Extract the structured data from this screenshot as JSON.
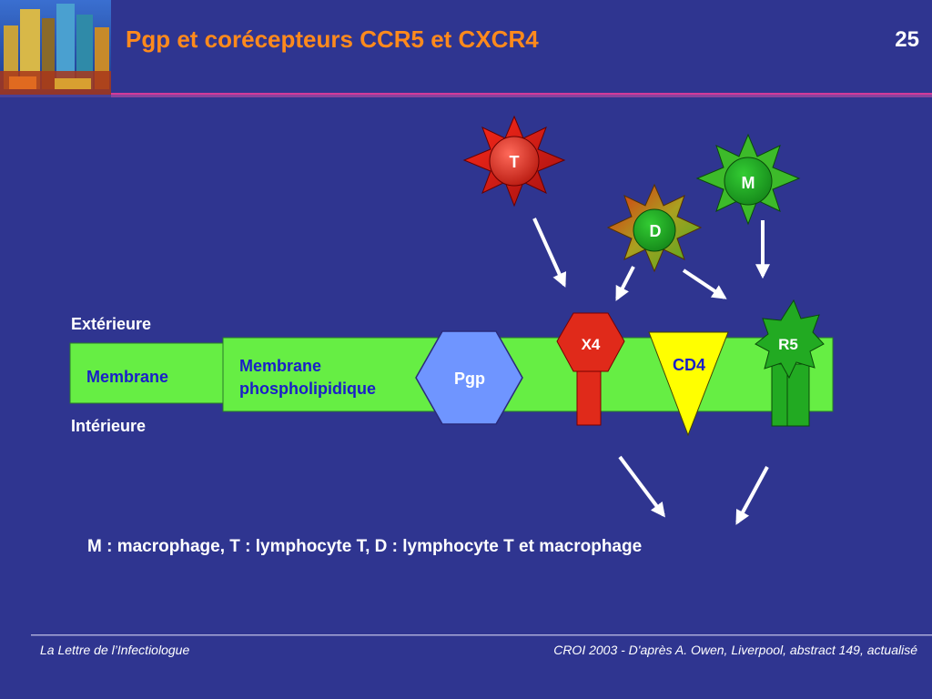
{
  "header": {
    "title": "Pgp et corécepteurs CCR5 et CXCR4",
    "page_number": "25"
  },
  "diagram": {
    "label_exterior": "Extérieure",
    "label_interior": "Intérieure",
    "membrane_left": "Membrane",
    "membrane_right_line1": "Membrane",
    "membrane_right_line2": "phospholipidique",
    "pgp": "Pgp",
    "x4": "X4",
    "cd4": "CD4",
    "r5": "R5",
    "virus_t": "T",
    "virus_d": "D",
    "virus_m": "M"
  },
  "legend": "M : macrophage,   T : lymphocyte T,   D : lymphocyte T et macrophage",
  "footer": {
    "left": "La Lettre de l’Infectiologue",
    "right": "CROI 2003 - D'après A. Owen, Liverpool, abstract 149, actualisé"
  },
  "colors": {
    "background": "#2f3590",
    "title": "#ff8a1c",
    "membrane": "#66ee44",
    "pgp": "#6f95ff",
    "x4": "#e02a1a",
    "cd4": "#ffff00",
    "r5": "#22aa22",
    "accent_line": "#d23a9a"
  }
}
